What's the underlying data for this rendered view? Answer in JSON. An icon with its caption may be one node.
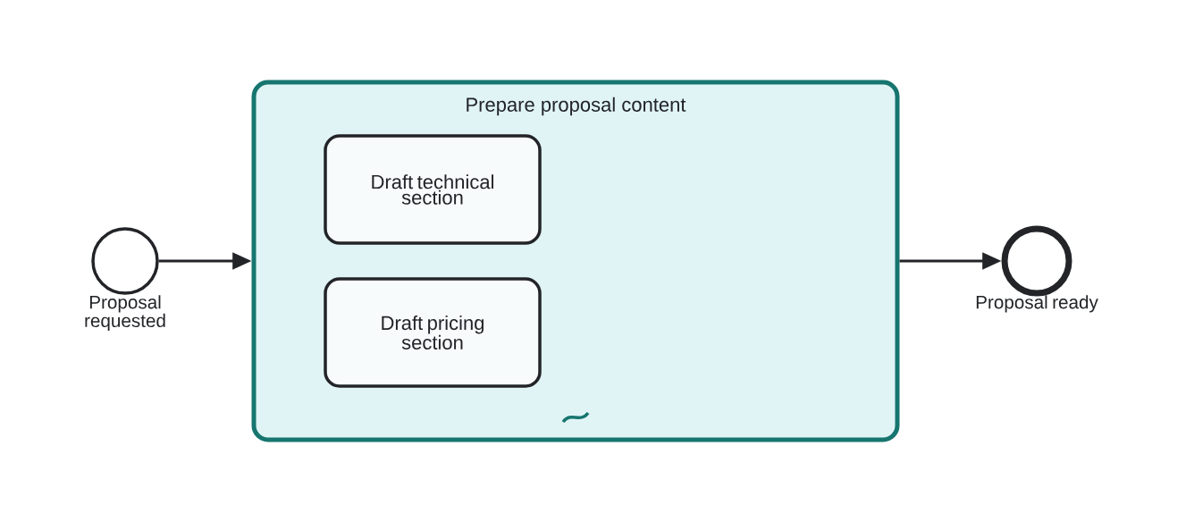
{
  "diagram": {
    "nodes": [
      {
        "text": [],
        "shape": "circle",
        "beside": [
          "Proposal requested"
        ]
      },
      {
        "text": [
          "Prepare proposal content"
        ]
      },
      {
        "text": [
          "Draft technical section"
        ],
        "in": 1
      },
      {
        "text": [
          "Draft pricing section"
        ],
        "in": 1
      },
      {
        "text": [],
        "shape": "circle",
        "beside": [
          "Proposal ready"
        ]
      }
    ],
    "edges": [
      {
        "from": 0,
        "to": 1,
        "arrow": "to"
      },
      {
        "from": 1,
        "to": 4,
        "arrow": "to"
      }
    ]
  }
}
